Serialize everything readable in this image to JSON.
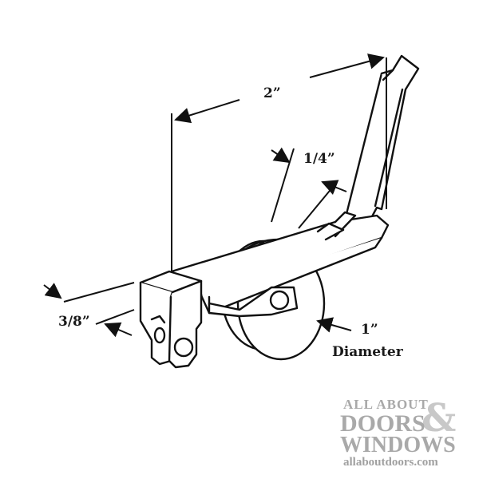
{
  "dimensions": {
    "length": "2”",
    "width": "1/4”",
    "height": "3/8”",
    "wheel": "1”",
    "wheel_note": "Diameter"
  },
  "logo": {
    "line1": "ALL ABOUT",
    "line2": "DOORS",
    "ampersand": "&",
    "line3": "WINDOWS",
    "url": "allaboutdoors.com"
  },
  "colors": {
    "line": "#111111",
    "logo_text": "#a9a9a9"
  }
}
